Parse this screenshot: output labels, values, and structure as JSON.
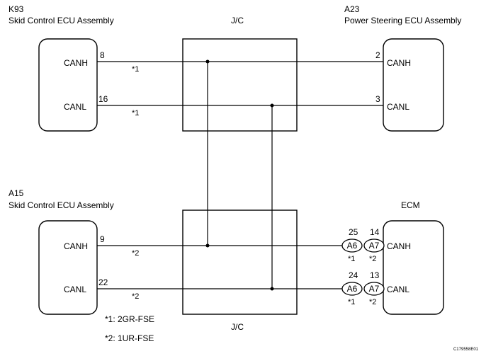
{
  "components": {
    "k93": {
      "code": "K93",
      "name": "Skid Control ECU Assembly"
    },
    "a23": {
      "code": "A23",
      "name": "Power Steering ECU Assembly"
    },
    "a15": {
      "code": "A15",
      "name": "Skid Control ECU Assembly"
    },
    "ecm": {
      "name": "ECM"
    },
    "jc_top": {
      "name": "J/C"
    },
    "jc_bottom": {
      "name": "J/C"
    }
  },
  "signals": {
    "canh": "CANH",
    "canl": "CANL"
  },
  "pins": {
    "k93_canh": "8",
    "k93_canl": "16",
    "a23_canh": "2",
    "a23_canl": "3",
    "a15_canh": "9",
    "a15_canl": "22",
    "a6_canh": "25",
    "a7_canh": "14",
    "a6_canl": "24",
    "a7_canl": "13"
  },
  "connectors": {
    "a6": "A6",
    "a7": "A7"
  },
  "wire_notes": {
    "star1": "*1",
    "star2": "*2"
  },
  "legend": {
    "note1": "*1: 2GR-FSE",
    "note2": "*2: 1UR-FSE"
  },
  "figure_id": "C179558E01"
}
